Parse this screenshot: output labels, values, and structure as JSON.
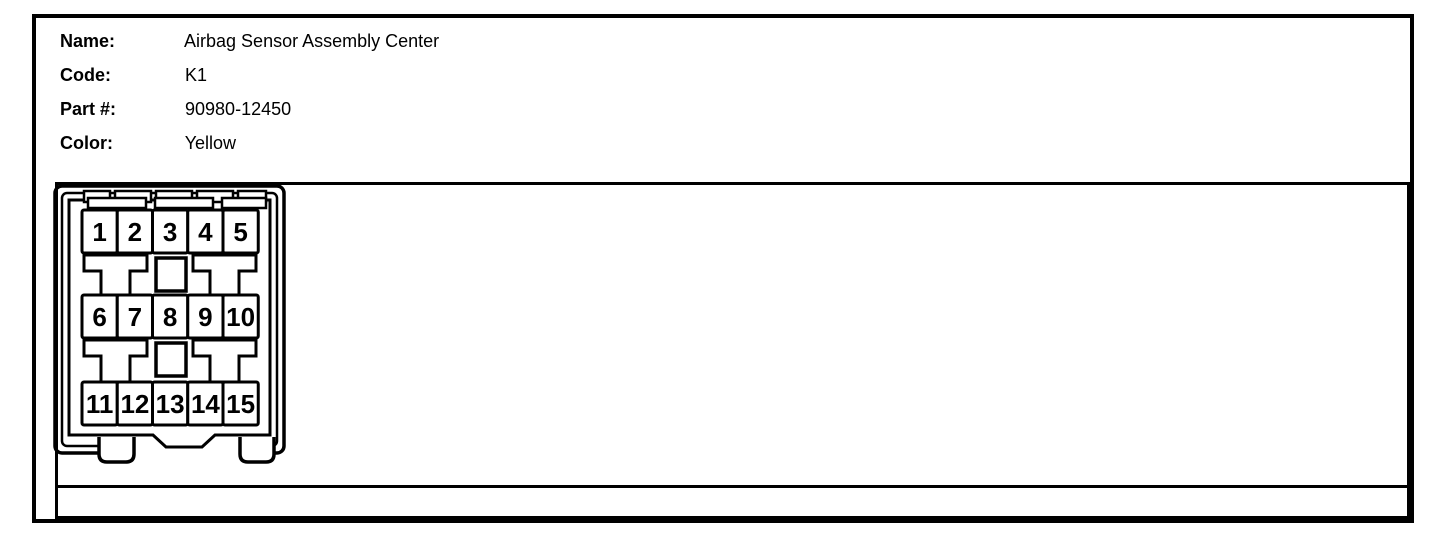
{
  "header": {
    "fields": [
      {
        "label": "Name:",
        "value": "Airbag Sensor Assembly Center"
      },
      {
        "label": "Code:",
        "value": "K1"
      },
      {
        "label": "Part #:",
        "value": "90980-12450"
      },
      {
        "label": "Color:",
        "value": "Yellow"
      }
    ]
  },
  "connector": {
    "pin_count": 15,
    "rows": [
      [
        "1",
        "2",
        "3",
        "4",
        "5"
      ],
      [
        "6",
        "7",
        "8",
        "9",
        "10"
      ],
      [
        "11",
        "12",
        "13",
        "14",
        "15"
      ]
    ]
  },
  "colors": {
    "line": "#000000",
    "background": "#ffffff"
  }
}
